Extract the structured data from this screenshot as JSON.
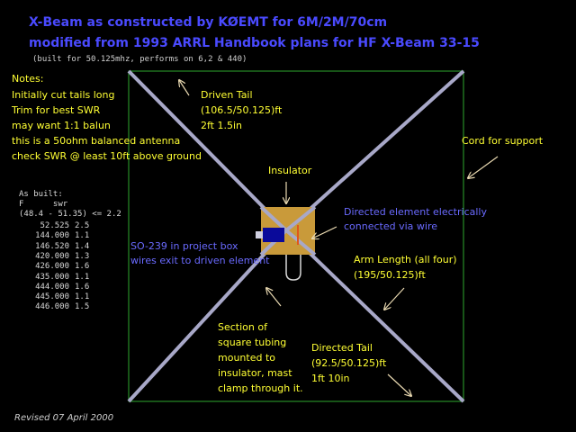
{
  "title": {
    "line1": "X-Beam as constructed by KØEMT for 6M/2M/70cm",
    "line2": "modified from 1993 ARRL Handbook plans for HF X-Beam 33-15",
    "line3": "(built for 50.125mhz, performs on 6,2 & 440)"
  },
  "notes": {
    "heading": "Notes:",
    "lines": [
      "Initially cut tails long",
      "Trim for best SWR",
      "may want 1:1 balun",
      "this is a 50ohm balanced antenna",
      "check SWR @ least 10ft above ground"
    ]
  },
  "as_built": {
    "heading": "As built:",
    "columns": "F      swr",
    "formula": "(48.4 - 51.35) <= 2.2",
    "rows": [
      {
        "f": "52.525",
        "swr": "2.5"
      },
      {
        "f": "144.000",
        "swr": "1.1"
      },
      {
        "f": "146.520",
        "swr": "1.4"
      },
      {
        "f": "420.000",
        "swr": "1.3"
      },
      {
        "f": "426.000",
        "swr": "1.6"
      },
      {
        "f": "435.000",
        "swr": "1.1"
      },
      {
        "f": "444.000",
        "swr": "1.6"
      },
      {
        "f": "445.000",
        "swr": "1.1"
      },
      {
        "f": "446.000",
        "swr": "1.5"
      }
    ]
  },
  "labels": {
    "driven_tail": [
      "Driven Tail",
      "(106.5/50.125)ft",
      "2ft 1.5in"
    ],
    "cord": "Cord for support",
    "insulator": "Insulator",
    "directed_element": [
      "Directed element electrically",
      "connected via wire"
    ],
    "so239": [
      "SO-239 in project box",
      "wires exit to driven element"
    ],
    "arm_length": [
      "Arm Length (all four)",
      "(195/50.125)ft"
    ],
    "section": [
      "Section of",
      "square tubing",
      "mounted to",
      "insulator, mast",
      "clamp through it."
    ],
    "directed_tail": [
      "Directed Tail",
      "(92.5/50.125)ft",
      "1ft 10in"
    ]
  },
  "revised": "Revised 07 April 2000",
  "colors": {
    "title": "#4a4aff",
    "note_text": "#ffff33",
    "label_blue": "#6a6aff",
    "frame": "#2ea82e",
    "arm": "#a8a8c8",
    "insulator": "#c99a3a",
    "arrow": "#e8d8b0"
  }
}
